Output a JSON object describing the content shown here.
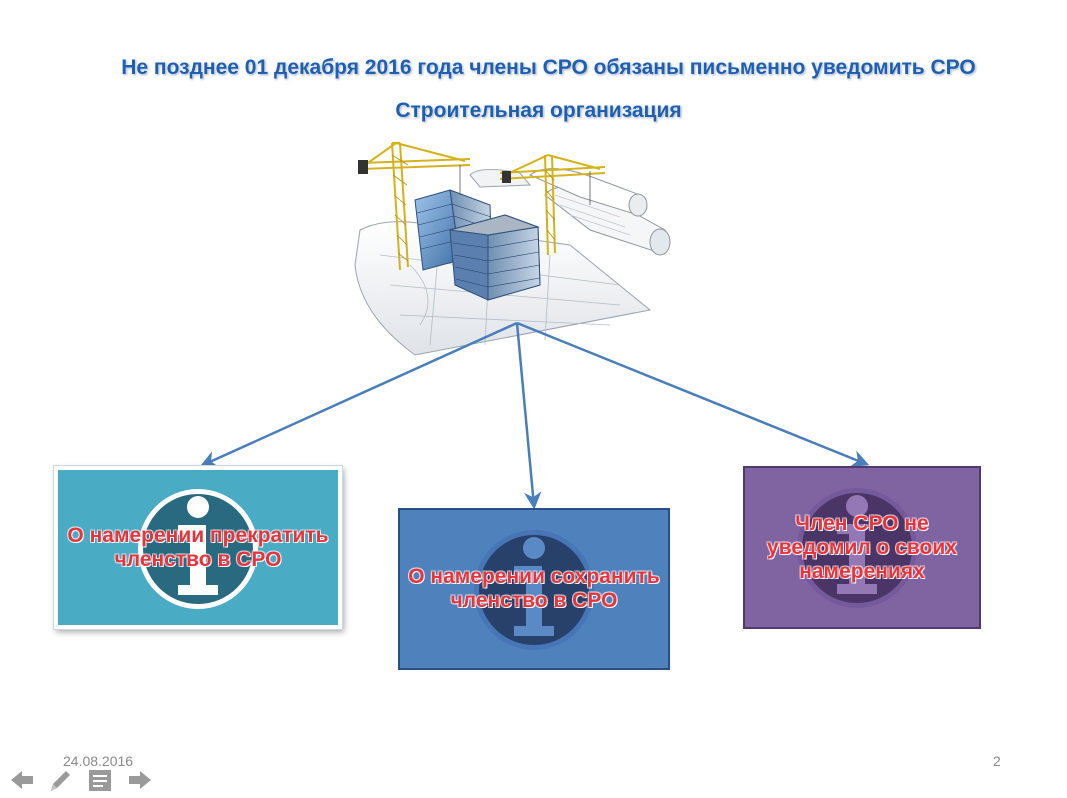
{
  "slide": {
    "title": "Не позднее 01 декабря 2016 года члены СРО обязаны письменно уведомить СРО",
    "subtitle": "Строительная организация"
  },
  "boxes": {
    "left": {
      "label": "О намерении прекратить членство в СРО",
      "color": "#4aabc5"
    },
    "middle": {
      "label": "О намерении сохранить членство в СРО",
      "color": "#4f81bd"
    },
    "right": {
      "label": "Член СРО не уведомил о своих намерениях",
      "color": "#8064a2"
    }
  },
  "footer": {
    "date": "24.08.2016",
    "page_number": "2"
  },
  "colors": {
    "title": "#1f5fb0",
    "arrow": "#4a7ebb",
    "box_text": "#e8333a"
  },
  "nav_icons": [
    "back-arrow-icon",
    "pen-icon",
    "menu-icon",
    "forward-arrow-icon"
  ]
}
